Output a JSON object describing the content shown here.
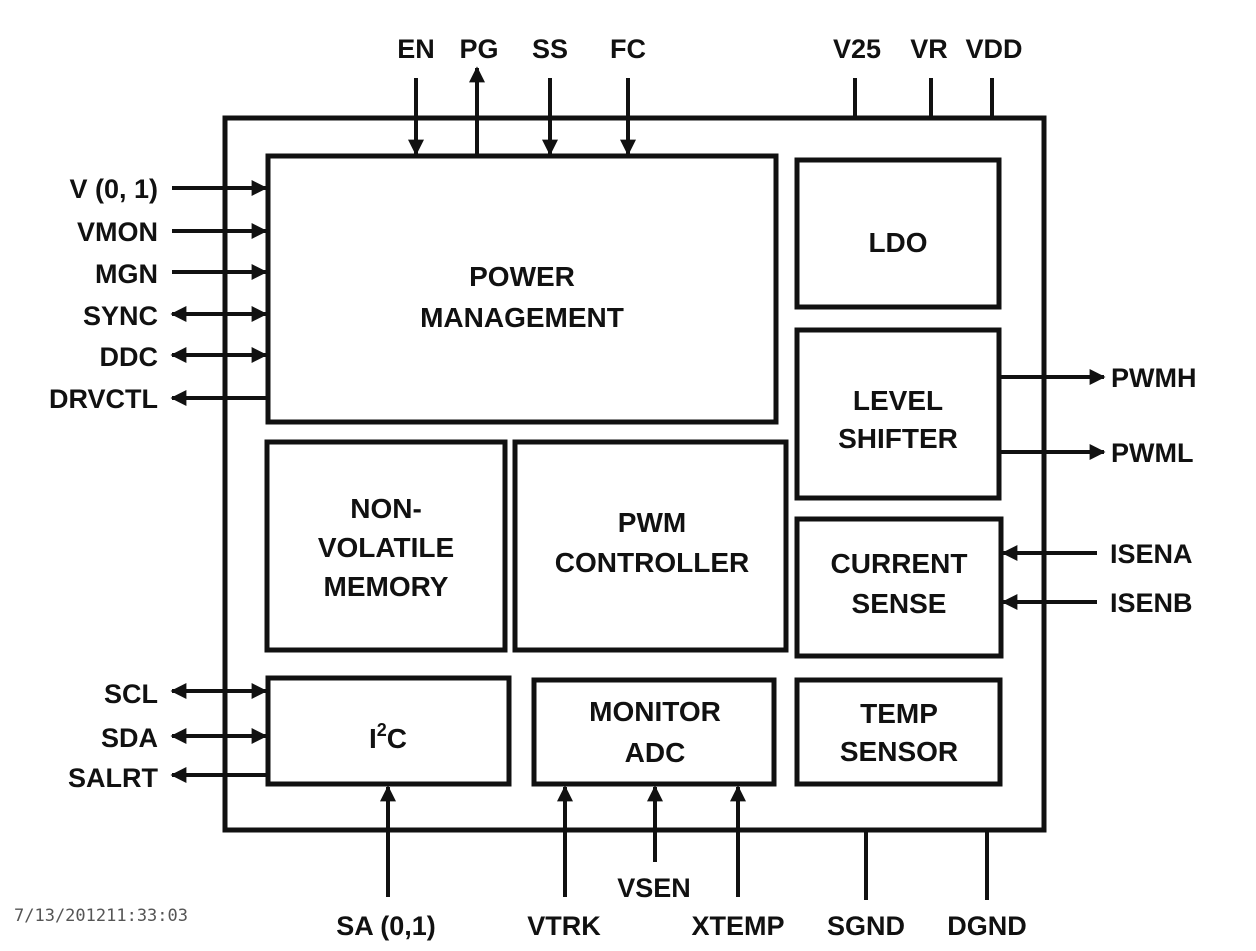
{
  "blocks": {
    "power_management": [
      "POWER",
      "MANAGEMENT"
    ],
    "ldo": [
      "LDO"
    ],
    "level_shifter": [
      "LEVEL",
      "SHIFTER"
    ],
    "nvm": [
      "NON-",
      "VOLATILE",
      "MEMORY"
    ],
    "pwm_controller": [
      "PWM",
      "CONTROLLER"
    ],
    "current_sense": [
      "CURRENT",
      "SENSE"
    ],
    "i2c": {
      "prefix": "I",
      "superscript": "2",
      "suffix": "C"
    },
    "monitor_adc": [
      "MONITOR",
      "ADC"
    ],
    "temp_sensor": [
      "TEMP",
      "SENSOR"
    ]
  },
  "pins": {
    "top": {
      "en": "EN",
      "pg": "PG",
      "ss": "SS",
      "fc": "FC",
      "v25": "V25",
      "vr": "VR",
      "vdd": "VDD"
    },
    "left": {
      "v01": "V (0, 1)",
      "vmon": "VMON",
      "mgn": "MGN",
      "sync": "SYNC",
      "ddc": "DDC",
      "drvctl": "DRVCTL",
      "scl": "SCL",
      "sda": "SDA",
      "salrt": "SALRT"
    },
    "right": {
      "pwmh": "PWMH",
      "pwml": "PWML",
      "isena": "ISENA",
      "isenb": "ISENB"
    },
    "bottom": {
      "sa": "SA (0,1)",
      "vtrk": "VTRK",
      "vsen": "VSEN",
      "xtemp": "XTEMP",
      "sgnd": "SGND",
      "dgnd": "DGND"
    }
  },
  "timestamp": "7/13/201211:33:03"
}
